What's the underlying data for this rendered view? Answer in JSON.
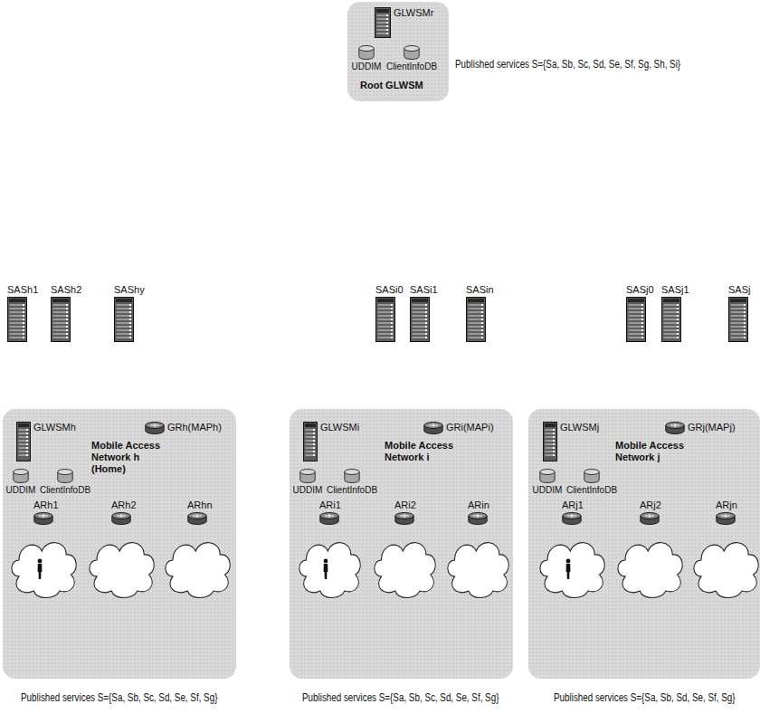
{
  "diagram": {
    "nodes": [
      {
        "text": [
          "Root GLWSM"
        ]
      },
      {
        "text": [
          "GLWSMr"
        ],
        "in": 0
      },
      {
        "text": [
          "UDDIM"
        ],
        "in": 0
      },
      {
        "text": [
          "ClientInfoDB"
        ],
        "in": 0
      },
      {
        "text": [
          "SASh1"
        ]
      },
      {
        "text": [
          "SASh2"
        ]
      },
      {
        "text": [
          "SAShy"
        ]
      },
      {
        "text": [
          "SASi0"
        ]
      },
      {
        "text": [
          "SASi1"
        ]
      },
      {
        "text": [
          "SASin"
        ]
      },
      {
        "text": [
          "SASj0"
        ]
      },
      {
        "text": [
          "SASj1"
        ]
      },
      {
        "text": [
          "SASj"
        ]
      },
      {
        "text": [
          "Mobile Access Network h (Home)"
        ]
      },
      {
        "text": [
          "GLWSMh"
        ],
        "in": 13
      },
      {
        "text": [
          "GRh(MAPh)"
        ],
        "in": 13
      },
      {
        "text": [
          "UDDIM"
        ],
        "in": 13
      },
      {
        "text": [
          "ClientInfoDB"
        ],
        "in": 13
      },
      {
        "text": [
          "ARh1"
        ],
        "in": 13
      },
      {
        "text": [
          "ARh2"
        ],
        "in": 13
      },
      {
        "text": [
          "ARhn"
        ],
        "in": 13
      },
      {
        "text": [
          "Mobile Access Network i"
        ]
      },
      {
        "text": [
          "GLWSMi"
        ],
        "in": 21
      },
      {
        "text": [
          "GRi(MAPi)"
        ],
        "in": 21
      },
      {
        "text": [
          "UDDIM"
        ],
        "in": 21
      },
      {
        "text": [
          "ClientInfoDB"
        ],
        "in": 21
      },
      {
        "text": [
          "ARi1"
        ],
        "in": 21
      },
      {
        "text": [
          "ARi2"
        ],
        "in": 21
      },
      {
        "text": [
          "ARin"
        ],
        "in": 21
      },
      {
        "text": [
          "Mobile Access Network j"
        ]
      },
      {
        "text": [
          "GLWSMj"
        ],
        "in": 29
      },
      {
        "text": [
          "GRj(MAPj)"
        ],
        "in": 29
      },
      {
        "text": [
          "UDDIM"
        ],
        "in": 29
      },
      {
        "text": [
          "ClientInfoDB"
        ],
        "in": 29
      },
      {
        "text": [
          "ARj1"
        ],
        "in": 29
      },
      {
        "text": [
          "ARj2"
        ],
        "in": 29
      },
      {
        "text": [
          "ARjn"
        ],
        "in": 29
      }
    ],
    "labels": [
      "Published services S={Sa, Sb, Sc, Sd, Se, Sf, Sg, Sh, Si}",
      "Published services S={Sa, Sb, Sc, Sd, Se, Sf, Sg}",
      "Published services S={Sa, Sb, Sc, Sd, Se, Sf, Sg}",
      "Published services S={Sa, Sb, Sd, Se, Sf, Sg}"
    ]
  }
}
